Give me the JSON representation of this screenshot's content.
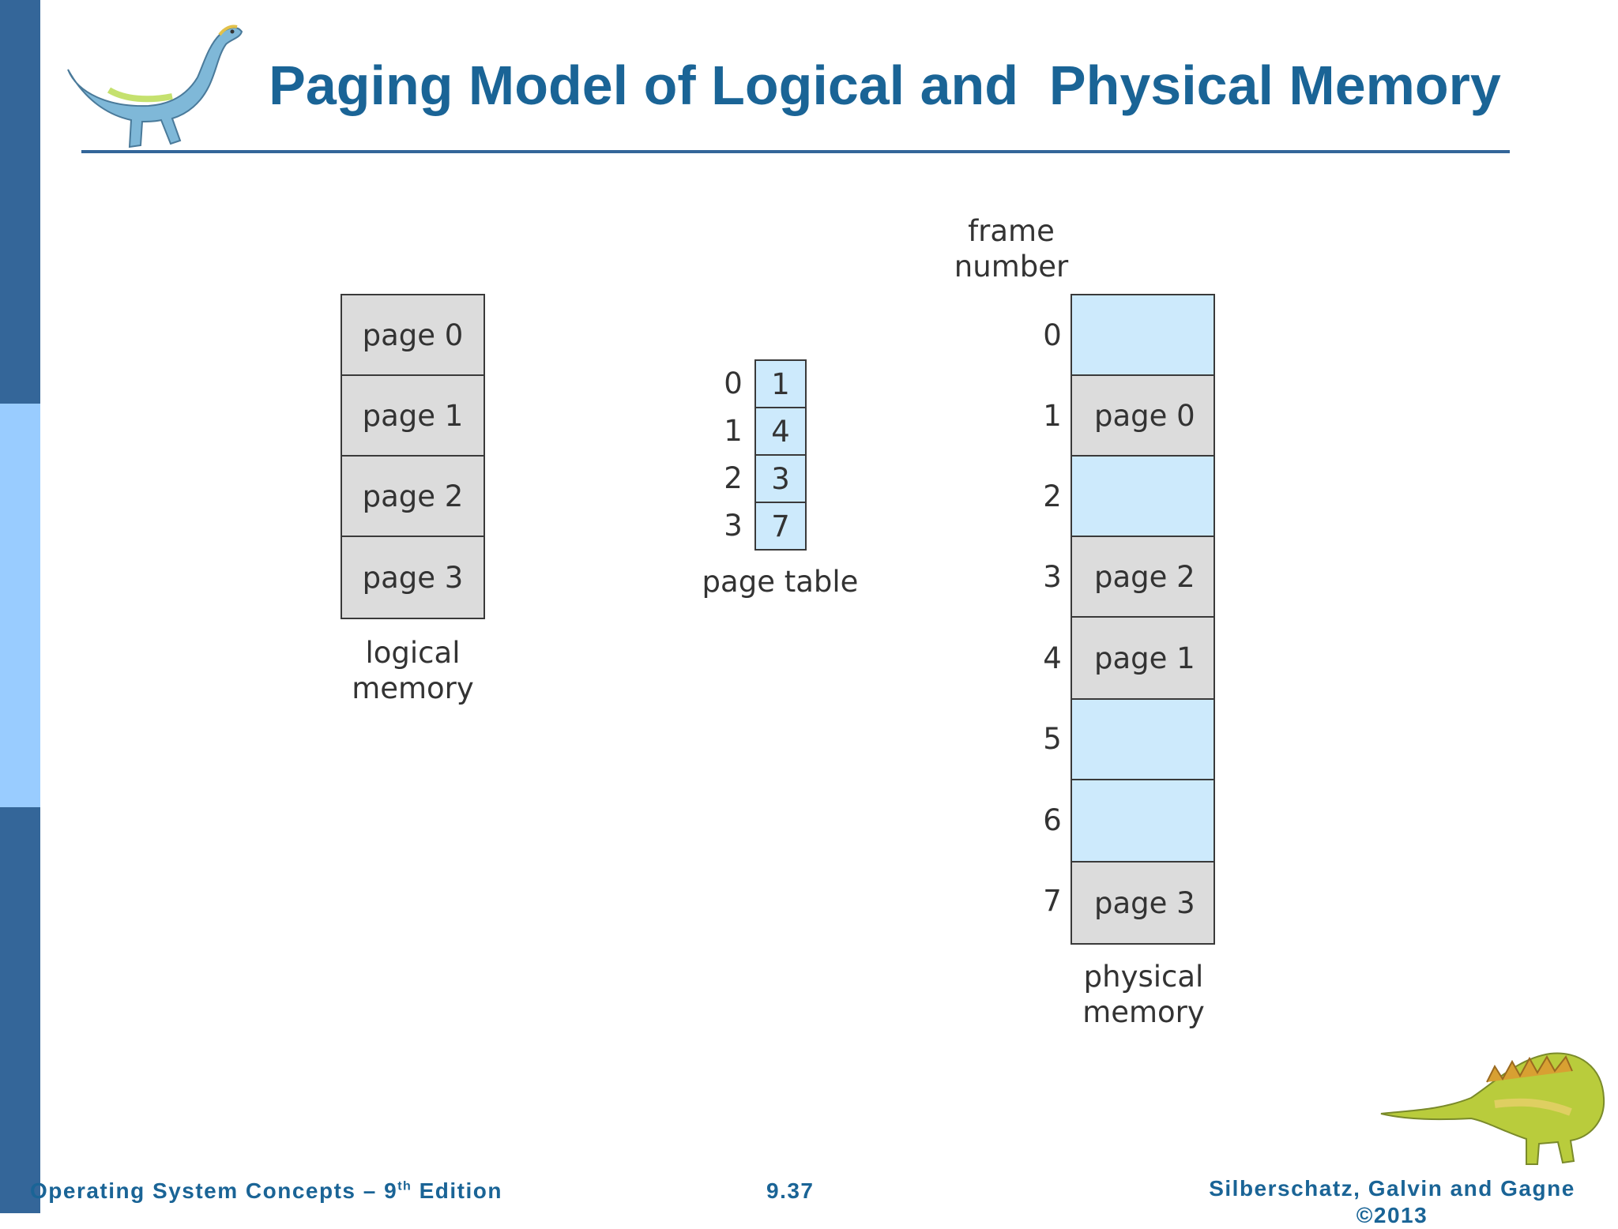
{
  "slide": {
    "title": "Paging Model of Logical and  Physical Memory"
  },
  "logical_memory": {
    "pages": [
      "page 0",
      "page 1",
      "page 2",
      "page 3"
    ],
    "caption_line1": "logical",
    "caption_line2": "memory"
  },
  "page_table": {
    "indices": [
      "0",
      "1",
      "2",
      "3"
    ],
    "entries": [
      "1",
      "4",
      "3",
      "7"
    ],
    "caption": "page table"
  },
  "physical_memory": {
    "header_line1": "frame",
    "header_line2": "number",
    "frame_numbers": [
      "0",
      "1",
      "2",
      "3",
      "4",
      "5",
      "6",
      "7"
    ],
    "frames": [
      "",
      "page 0",
      "",
      "page 2",
      "page 1",
      "",
      "",
      "page 3"
    ],
    "caption_line1": "physical",
    "caption_line2": "memory"
  },
  "footer": {
    "left_main": "Operating System Concepts – 9",
    "left_sup": "th",
    "left_end": " Edition",
    "center": "9.37",
    "right_line1": "Silberschatz, Galvin and Gagne",
    "right_line2": "©2013"
  },
  "colors": {
    "sidebar_dark": "#346699",
    "sidebar_light": "#99ccff",
    "title": "#1a6496",
    "page_gray": "#dcdcdc",
    "frame_blue": "#cdeafc"
  },
  "icons": {
    "top_logo": "dinosaur-icon",
    "bottom_logo": "dinosaur-icon"
  }
}
